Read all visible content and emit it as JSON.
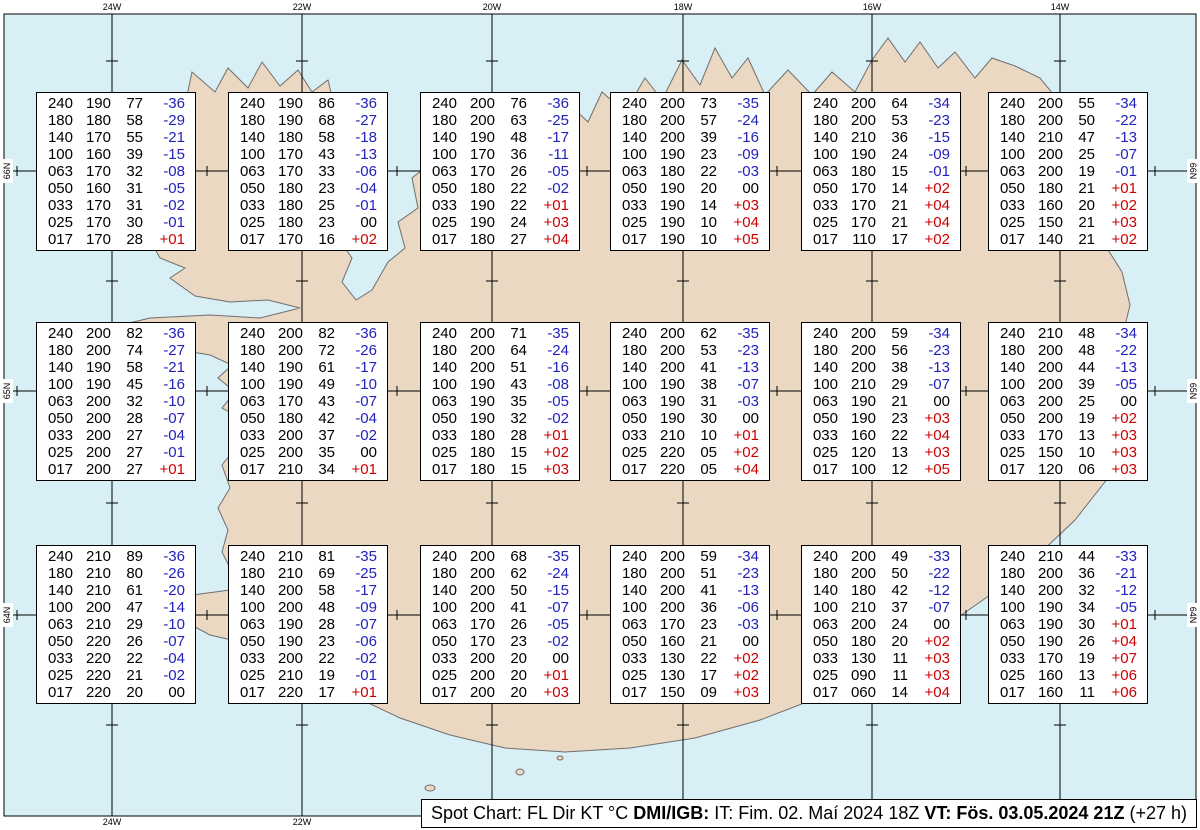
{
  "caption": {
    "prefix": "Spot Chart: FL Dir KT °C ",
    "source": "DMI/IGB:",
    "issue": " IT: Fim. 02. Maí 2024 18Z ",
    "valid": "VT: Fös. 03.05.2024 21Z",
    "offset": " (+27 h)"
  },
  "axes": {
    "longitudes_top": [
      "24W",
      "22W",
      "20W",
      "18W",
      "16W",
      "14W"
    ],
    "longitudes_bottom": [
      "24W",
      "22W"
    ],
    "latitudes_left": [
      "66N",
      "65N",
      "64N"
    ],
    "latitudes_right": [
      "66N",
      "65N",
      "64N"
    ]
  },
  "colors": {
    "ocean": "#d8eff5",
    "land": "#ead8c2",
    "coastline": "#6f6f6f",
    "graticule": "#000000",
    "negative_temp": "#2222bb",
    "positive_temp": "#cc0000",
    "zero_temp": "#000000"
  },
  "chart_data": {
    "type": "table",
    "title": "Spot Chart: FL Dir KT °C",
    "columns": [
      "FL",
      "Dir",
      "KT",
      "Temp_C"
    ],
    "flight_levels": [
      "240",
      "180",
      "140",
      "100",
      "063",
      "050",
      "033",
      "025",
      "017"
    ],
    "grid": {
      "rows": 3,
      "cols": 6
    },
    "boxes": [
      [
        [
          "240",
          "190",
          "77",
          "-36"
        ],
        [
          "180",
          "180",
          "58",
          "-29"
        ],
        [
          "140",
          "170",
          "55",
          "-21"
        ],
        [
          "100",
          "160",
          "39",
          "-15"
        ],
        [
          "063",
          "170",
          "32",
          "-08"
        ],
        [
          "050",
          "160",
          "31",
          "-05"
        ],
        [
          "033",
          "170",
          "31",
          "-02"
        ],
        [
          "025",
          "170",
          "30",
          "-01"
        ],
        [
          "017",
          "170",
          "28",
          "+01"
        ]
      ],
      [
        [
          "240",
          "190",
          "86",
          "-36"
        ],
        [
          "180",
          "190",
          "68",
          "-27"
        ],
        [
          "140",
          "180",
          "58",
          "-18"
        ],
        [
          "100",
          "170",
          "43",
          "-13"
        ],
        [
          "063",
          "170",
          "33",
          "-06"
        ],
        [
          "050",
          "180",
          "23",
          "-04"
        ],
        [
          "033",
          "180",
          "25",
          "-01"
        ],
        [
          "025",
          "180",
          "23",
          "00"
        ],
        [
          "017",
          "170",
          "16",
          "+02"
        ]
      ],
      [
        [
          "240",
          "200",
          "76",
          "-36"
        ],
        [
          "180",
          "200",
          "63",
          "-25"
        ],
        [
          "140",
          "190",
          "48",
          "-17"
        ],
        [
          "100",
          "170",
          "36",
          "-11"
        ],
        [
          "063",
          "170",
          "26",
          "-05"
        ],
        [
          "050",
          "180",
          "22",
          "-02"
        ],
        [
          "033",
          "190",
          "22",
          "+01"
        ],
        [
          "025",
          "190",
          "24",
          "+03"
        ],
        [
          "017",
          "180",
          "27",
          "+04"
        ]
      ],
      [
        [
          "240",
          "200",
          "73",
          "-35"
        ],
        [
          "180",
          "200",
          "57",
          "-24"
        ],
        [
          "140",
          "200",
          "39",
          "-16"
        ],
        [
          "100",
          "190",
          "23",
          "-09"
        ],
        [
          "063",
          "180",
          "22",
          "-03"
        ],
        [
          "050",
          "190",
          "20",
          "00"
        ],
        [
          "033",
          "190",
          "14",
          "+03"
        ],
        [
          "025",
          "190",
          "10",
          "+04"
        ],
        [
          "017",
          "190",
          "10",
          "+05"
        ]
      ],
      [
        [
          "240",
          "200",
          "64",
          "-34"
        ],
        [
          "180",
          "200",
          "53",
          "-23"
        ],
        [
          "140",
          "210",
          "36",
          "-15"
        ],
        [
          "100",
          "190",
          "24",
          "-09"
        ],
        [
          "063",
          "180",
          "15",
          "-01"
        ],
        [
          "050",
          "170",
          "14",
          "+02"
        ],
        [
          "033",
          "170",
          "21",
          "+04"
        ],
        [
          "025",
          "170",
          "21",
          "+04"
        ],
        [
          "017",
          "110",
          "17",
          "+02"
        ]
      ],
      [
        [
          "240",
          "200",
          "55",
          "-34"
        ],
        [
          "180",
          "200",
          "50",
          "-22"
        ],
        [
          "140",
          "210",
          "47",
          "-13"
        ],
        [
          "100",
          "200",
          "25",
          "-07"
        ],
        [
          "063",
          "200",
          "19",
          "-01"
        ],
        [
          "050",
          "180",
          "21",
          "+01"
        ],
        [
          "033",
          "160",
          "20",
          "+02"
        ],
        [
          "025",
          "150",
          "21",
          "+03"
        ],
        [
          "017",
          "140",
          "21",
          "+02"
        ]
      ],
      [
        [
          "240",
          "200",
          "82",
          "-36"
        ],
        [
          "180",
          "200",
          "74",
          "-27"
        ],
        [
          "140",
          "190",
          "58",
          "-21"
        ],
        [
          "100",
          "190",
          "45",
          "-16"
        ],
        [
          "063",
          "200",
          "32",
          "-10"
        ],
        [
          "050",
          "200",
          "28",
          "-07"
        ],
        [
          "033",
          "200",
          "27",
          "-04"
        ],
        [
          "025",
          "200",
          "27",
          "-01"
        ],
        [
          "017",
          "200",
          "27",
          "+01"
        ]
      ],
      [
        [
          "240",
          "200",
          "82",
          "-36"
        ],
        [
          "180",
          "200",
          "72",
          "-26"
        ],
        [
          "140",
          "190",
          "61",
          "-17"
        ],
        [
          "100",
          "190",
          "49",
          "-10"
        ],
        [
          "063",
          "170",
          "43",
          "-07"
        ],
        [
          "050",
          "180",
          "42",
          "-04"
        ],
        [
          "033",
          "200",
          "37",
          "-02"
        ],
        [
          "025",
          "200",
          "35",
          "00"
        ],
        [
          "017",
          "210",
          "34",
          "+01"
        ]
      ],
      [
        [
          "240",
          "200",
          "71",
          "-35"
        ],
        [
          "180",
          "200",
          "64",
          "-24"
        ],
        [
          "140",
          "200",
          "51",
          "-16"
        ],
        [
          "100",
          "190",
          "43",
          "-08"
        ],
        [
          "063",
          "190",
          "35",
          "-05"
        ],
        [
          "050",
          "190",
          "32",
          "-02"
        ],
        [
          "033",
          "180",
          "28",
          "+01"
        ],
        [
          "025",
          "180",
          "15",
          "+02"
        ],
        [
          "017",
          "180",
          "15",
          "+03"
        ]
      ],
      [
        [
          "240",
          "200",
          "62",
          "-35"
        ],
        [
          "180",
          "200",
          "53",
          "-23"
        ],
        [
          "140",
          "200",
          "41",
          "-13"
        ],
        [
          "100",
          "190",
          "38",
          "-07"
        ],
        [
          "063",
          "190",
          "31",
          "-03"
        ],
        [
          "050",
          "190",
          "30",
          "00"
        ],
        [
          "033",
          "210",
          "10",
          "+01"
        ],
        [
          "025",
          "220",
          "05",
          "+02"
        ],
        [
          "017",
          "220",
          "05",
          "+04"
        ]
      ],
      [
        [
          "240",
          "200",
          "59",
          "-34"
        ],
        [
          "180",
          "200",
          "56",
          "-23"
        ],
        [
          "140",
          "200",
          "38",
          "-13"
        ],
        [
          "100",
          "210",
          "29",
          "-07"
        ],
        [
          "063",
          "190",
          "21",
          "00"
        ],
        [
          "050",
          "190",
          "23",
          "+03"
        ],
        [
          "033",
          "160",
          "22",
          "+04"
        ],
        [
          "025",
          "120",
          "13",
          "+03"
        ],
        [
          "017",
          "100",
          "12",
          "+05"
        ]
      ],
      [
        [
          "240",
          "210",
          "48",
          "-34"
        ],
        [
          "180",
          "200",
          "48",
          "-22"
        ],
        [
          "140",
          "200",
          "44",
          "-13"
        ],
        [
          "100",
          "200",
          "39",
          "-05"
        ],
        [
          "063",
          "200",
          "25",
          "00"
        ],
        [
          "050",
          "200",
          "19",
          "+02"
        ],
        [
          "033",
          "170",
          "13",
          "+03"
        ],
        [
          "025",
          "150",
          "10",
          "+03"
        ],
        [
          "017",
          "120",
          "06",
          "+03"
        ]
      ],
      [
        [
          "240",
          "210",
          "89",
          "-36"
        ],
        [
          "180",
          "210",
          "80",
          "-26"
        ],
        [
          "140",
          "210",
          "61",
          "-20"
        ],
        [
          "100",
          "200",
          "47",
          "-14"
        ],
        [
          "063",
          "210",
          "29",
          "-10"
        ],
        [
          "050",
          "220",
          "26",
          "-07"
        ],
        [
          "033",
          "220",
          "22",
          "-04"
        ],
        [
          "025",
          "220",
          "21",
          "-02"
        ],
        [
          "017",
          "220",
          "20",
          "00"
        ]
      ],
      [
        [
          "240",
          "210",
          "81",
          "-35"
        ],
        [
          "180",
          "210",
          "69",
          "-25"
        ],
        [
          "140",
          "200",
          "58",
          "-17"
        ],
        [
          "100",
          "200",
          "48",
          "-09"
        ],
        [
          "063",
          "190",
          "28",
          "-07"
        ],
        [
          "050",
          "190",
          "23",
          "-06"
        ],
        [
          "033",
          "200",
          "22",
          "-02"
        ],
        [
          "025",
          "210",
          "19",
          "-01"
        ],
        [
          "017",
          "220",
          "17",
          "+01"
        ]
      ],
      [
        [
          "240",
          "200",
          "68",
          "-35"
        ],
        [
          "180",
          "200",
          "62",
          "-24"
        ],
        [
          "140",
          "200",
          "50",
          "-15"
        ],
        [
          "100",
          "200",
          "41",
          "-07"
        ],
        [
          "063",
          "170",
          "26",
          "-05"
        ],
        [
          "050",
          "170",
          "23",
          "-02"
        ],
        [
          "033",
          "200",
          "20",
          "00"
        ],
        [
          "025",
          "200",
          "20",
          "+01"
        ],
        [
          "017",
          "200",
          "20",
          "+03"
        ]
      ],
      [
        [
          "240",
          "200",
          "59",
          "-34"
        ],
        [
          "180",
          "200",
          "51",
          "-23"
        ],
        [
          "140",
          "200",
          "41",
          "-13"
        ],
        [
          "100",
          "200",
          "36",
          "-06"
        ],
        [
          "063",
          "170",
          "23",
          "-03"
        ],
        [
          "050",
          "160",
          "21",
          "00"
        ],
        [
          "033",
          "130",
          "22",
          "+02"
        ],
        [
          "025",
          "130",
          "17",
          "+02"
        ],
        [
          "017",
          "150",
          "09",
          "+03"
        ]
      ],
      [
        [
          "240",
          "200",
          "49",
          "-33"
        ],
        [
          "180",
          "200",
          "50",
          "-22"
        ],
        [
          "140",
          "180",
          "42",
          "-12"
        ],
        [
          "100",
          "210",
          "37",
          "-07"
        ],
        [
          "063",
          "200",
          "24",
          "00"
        ],
        [
          "050",
          "180",
          "20",
          "+02"
        ],
        [
          "033",
          "130",
          "11",
          "+03"
        ],
        [
          "025",
          "090",
          "11",
          "+03"
        ],
        [
          "017",
          "060",
          "14",
          "+04"
        ]
      ],
      [
        [
          "240",
          "210",
          "44",
          "-33"
        ],
        [
          "180",
          "200",
          "36",
          "-21"
        ],
        [
          "140",
          "200",
          "32",
          "-12"
        ],
        [
          "100",
          "190",
          "34",
          "-05"
        ],
        [
          "063",
          "190",
          "30",
          "+01"
        ],
        [
          "050",
          "190",
          "26",
          "+04"
        ],
        [
          "033",
          "170",
          "19",
          "+07"
        ],
        [
          "025",
          "160",
          "13",
          "+06"
        ],
        [
          "017",
          "160",
          "11",
          "+06"
        ]
      ]
    ]
  }
}
